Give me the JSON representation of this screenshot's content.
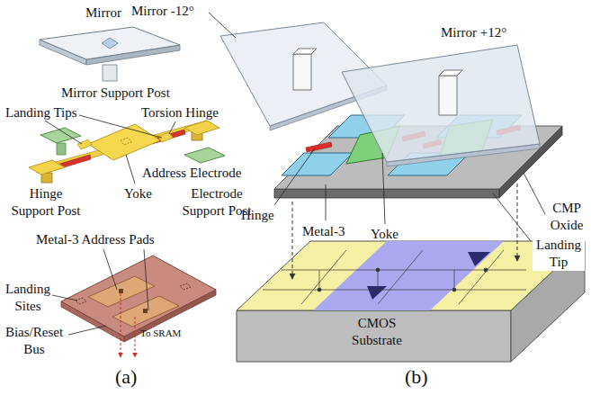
{
  "diagram": {
    "labels": [
      "Mirror",
      "Mirror Support Post",
      "Landing Tips",
      "Torsion Hinge",
      "Address Electrode",
      "Yoke",
      "Hinge Support Post",
      "Electrode Support Post",
      "Metal-3 Address Pads",
      "Landing Sites",
      "Bias/Reset Bus",
      "To SRAM",
      "(a)",
      "Mirror -12°",
      "Mirror +12°",
      "Hinge",
      "Metal-3",
      "Yoke",
      "CMP Oxide",
      "Landing Tip",
      "CMOS Substrate",
      "(b)"
    ]
  }
}
